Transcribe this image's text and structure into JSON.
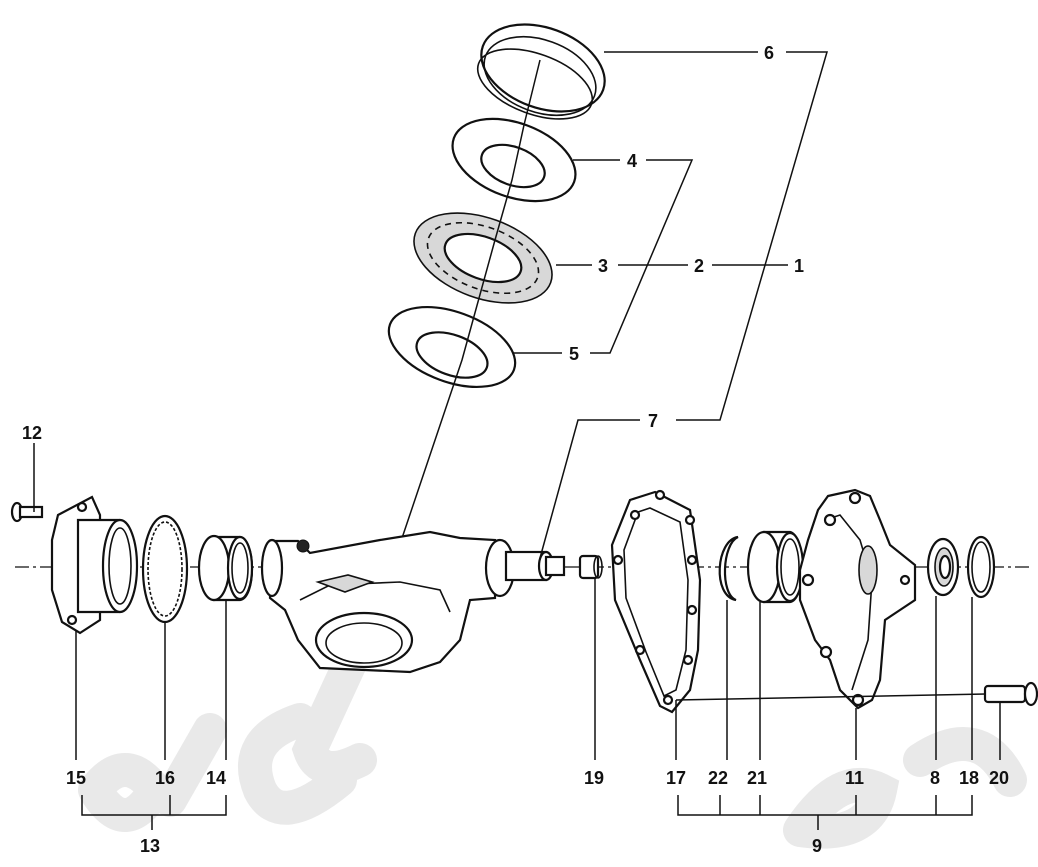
{
  "diagram": {
    "type": "exploded-view",
    "part_numbers": {
      "p1": "1",
      "p2": "2",
      "p3": "3",
      "p4": "4",
      "p5": "5",
      "p6": "6",
      "p7": "7",
      "p8": "8",
      "p9": "9",
      "p11": "11",
      "p12": "12",
      "p13": "13",
      "p14": "14",
      "p15": "15",
      "p16": "16",
      "p17": "17",
      "p18": "18",
      "p19": "19",
      "p20": "20",
      "p21": "21",
      "p22": "22"
    }
  },
  "colors": {
    "line": "#111111",
    "background": "#ffffff",
    "watermark": "#e9e9e9"
  }
}
